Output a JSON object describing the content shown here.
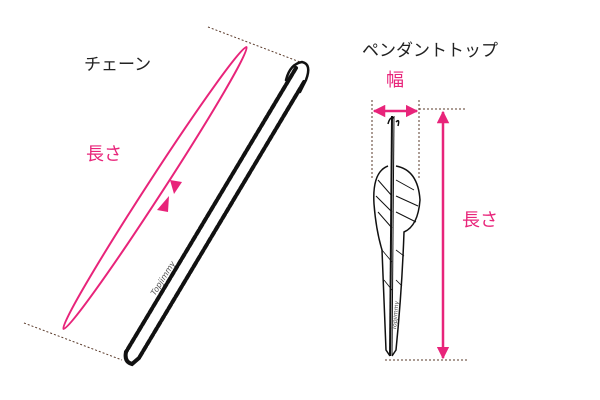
{
  "chain": {
    "title": "チェーン",
    "length_label": "長さ",
    "brand_mark": "Topjimmy"
  },
  "pendant": {
    "title": "ペンダントトップ",
    "width_label": "幅",
    "length_label": "長さ",
    "brand_mark": "Topjimmy"
  },
  "colors": {
    "accent": "#e8247a",
    "guide": "#5a3a2a",
    "ink": "#111111",
    "text": "#222222"
  }
}
